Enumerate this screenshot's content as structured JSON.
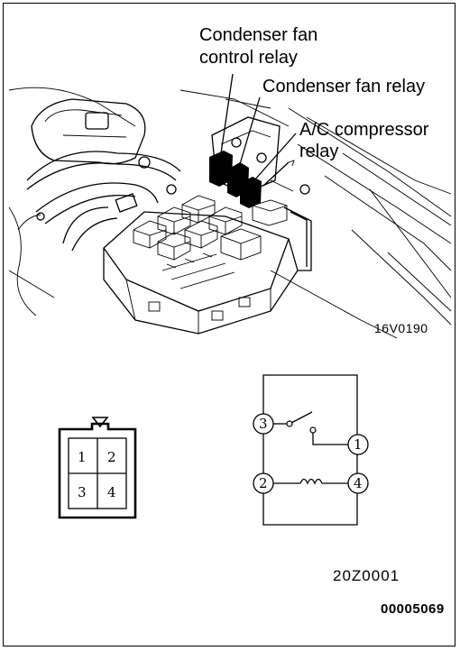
{
  "labels": {
    "control_relay_line1": "Condenser fan",
    "control_relay_line2": "control relay",
    "fan_relay": "Condenser fan relay",
    "compressor_line1": "A/C compressor",
    "compressor_line2": "relay"
  },
  "figure_codes": {
    "engine_bay": "16V0190",
    "relay_diagram": "20Z0001",
    "document": "00005069"
  },
  "connector": {
    "pins": [
      "1",
      "2",
      "3",
      "4"
    ]
  },
  "relay_circuit": {
    "switch_terminals": [
      "3",
      "1"
    ],
    "coil_terminals": [
      "2",
      "4"
    ]
  }
}
